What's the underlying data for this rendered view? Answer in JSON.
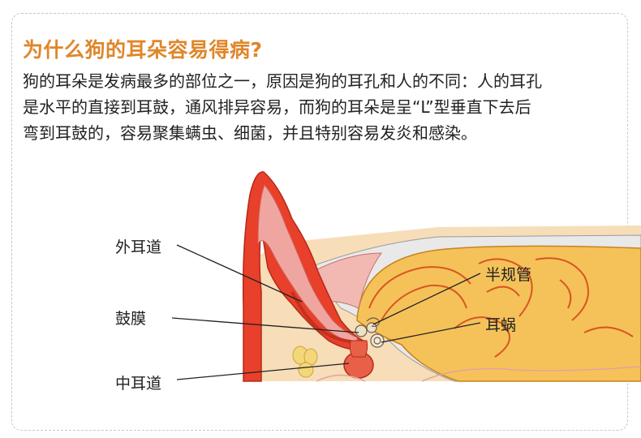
{
  "article": {
    "title": "为什么狗的耳朵容易得病?",
    "paragraph_lines": [
      "狗的耳朵是发病最多的部位之一，原因是狗的耳孔和人的不同：人的耳孔",
      "是水平的直接到耳鼓，通风排异容易，而狗的耳朵是呈“L”型垂直下去后",
      "弯到耳鼓的，容易聚集螨虫、细菌，并且特别容易发炎和感染。"
    ]
  },
  "diagram": {
    "labels": {
      "outer_canal": "外耳道",
      "eardrum": "鼓膜",
      "middle_canal": "中耳道",
      "semicircular_canals": "半规管",
      "cochlea": "耳蜗"
    }
  },
  "colors": {
    "title": "#e0862a",
    "ear_red": "#e8402a",
    "ear_pink": "#f0a6a0",
    "brain_yellow": "#f5c25a",
    "fat_yellow": "#f3d778"
  }
}
